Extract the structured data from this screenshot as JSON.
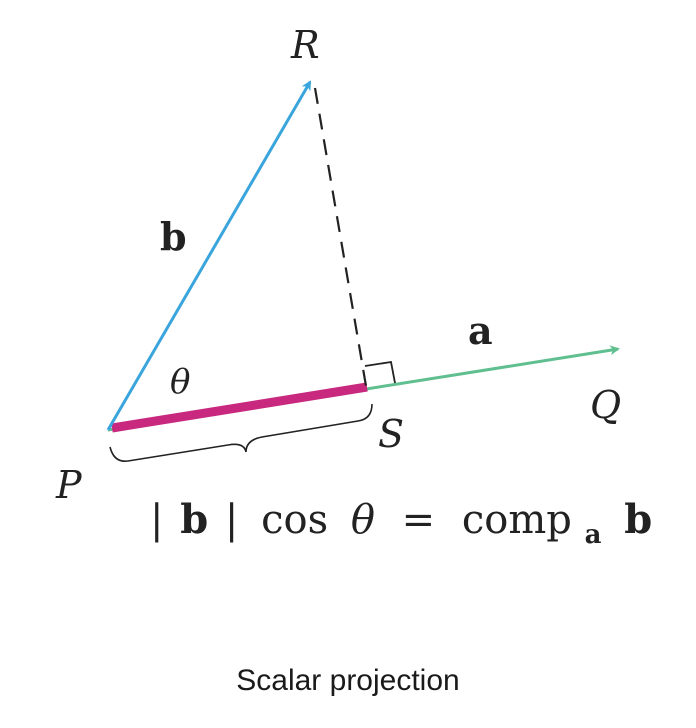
{
  "points": {
    "P": "P",
    "Q": "Q",
    "R": "R",
    "S": "S"
  },
  "vectors": {
    "a": "a",
    "b": "b"
  },
  "angle": "θ",
  "formula": {
    "abs_open": "|",
    "b": "b",
    "abs_close": "|",
    "cos": "cos",
    "theta": "θ",
    "equals": "=",
    "comp": "comp",
    "sub_a": "a",
    "b2": "b"
  },
  "caption": "Scalar projection",
  "colors": {
    "vector_a": "#5fbf8f",
    "vector_b": "#3aa5dc",
    "projection": "#c8287e",
    "dashed": "#222222",
    "text": "#222222"
  }
}
